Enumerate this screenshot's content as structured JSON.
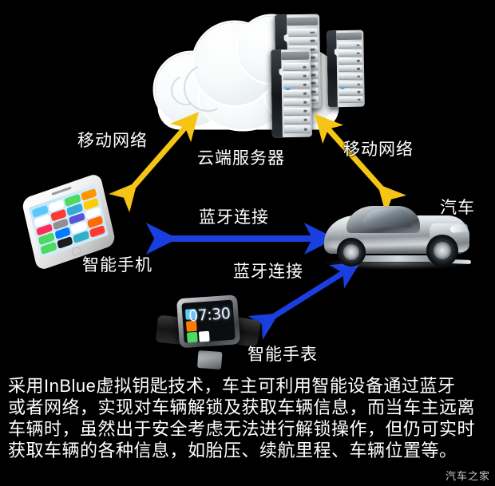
{
  "diagram": {
    "title_alt": "InBlue virtual key connectivity diagram",
    "nodes": {
      "cloud_server": "云端服务器",
      "smartphone": "智能手机",
      "smartwatch": "智能手表",
      "car": "汽车"
    },
    "connections": {
      "mobile_network_left": "移动网络",
      "mobile_network_right": "移动网络",
      "bluetooth_phone_car": "蓝牙连接",
      "bluetooth_watch_car": "蓝牙连接"
    },
    "watch_time": "07:30",
    "colors": {
      "background": "#000000",
      "network_arrow": "#f5c516",
      "bluetooth_arrow": "#1a3fe0",
      "label_text": "#ffffff",
      "cloud": "#ffffff"
    }
  },
  "caption": {
    "line1": "采用InBlue虚拟钥匙技术，车主可利用智能设备通过蓝牙",
    "line2": "或者网络，实现对车辆解锁及获取车辆信息，而当车主远离",
    "line3": "车辆时，虽然出于安全考虑无法进行解锁操作，但仍可实时",
    "line4": "获取车辆的各种信息，如胎压、续航里程、车辆位置等。"
  },
  "watermark": {
    "text": "汽车之家"
  }
}
